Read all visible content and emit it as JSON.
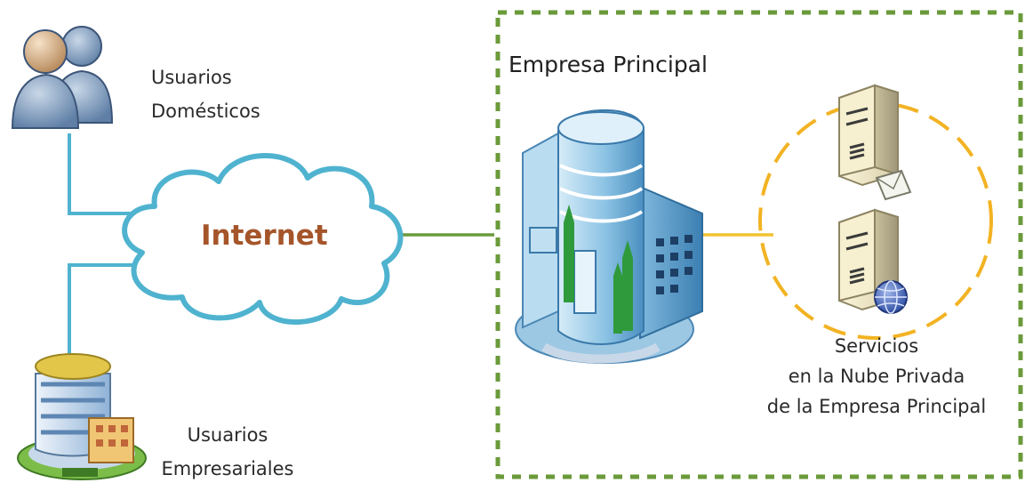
{
  "nodes": {
    "home_users": {
      "line1": "Usuarios",
      "line2": "Domésticos",
      "icon": "users-icon"
    },
    "business_users": {
      "line1": "Usuarios",
      "line2": "Empresariales",
      "icon": "office-building-icon"
    },
    "internet": {
      "label": "Internet",
      "icon": "cloud-icon"
    },
    "main_company": {
      "label": "Empresa Principal",
      "icon": "corporate-building-icon"
    },
    "private_cloud": {
      "line1": "Servicios",
      "line2": "en la Nube Privada",
      "line3": "de la Empresa Principal",
      "icons": [
        "mail-server-icon",
        "web-server-icon"
      ]
    }
  },
  "colors": {
    "cloud_stroke": "#4fb3cf",
    "internet_text": "#a5552a",
    "company_border": "#6a9a3a",
    "private_link": "#f2c230",
    "private_circle": "#f2b323"
  }
}
